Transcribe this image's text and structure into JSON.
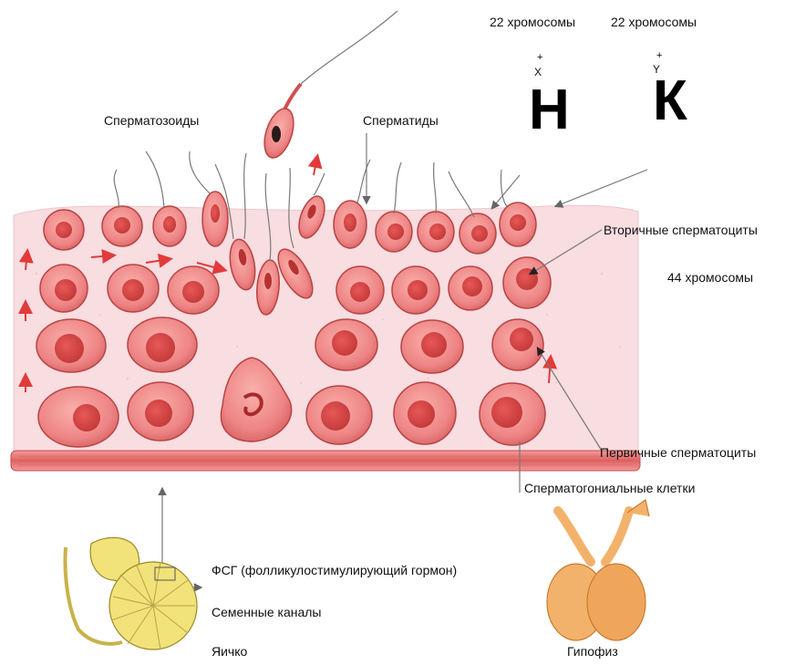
{
  "labels": {
    "spermatozoa": "Сперматозоиды",
    "spermatids": "Сперматиды",
    "chrom_22_left": "22 хромосомы",
    "chrom_22_right": "22 хромосомы",
    "plus_left": "+",
    "x_chrom": "X",
    "plus_right": "+",
    "y_chrom": "Y",
    "letter_h": "Н",
    "letter_k": "К",
    "secondary_spermatocytes": "Вторичные сперматоциты",
    "chrom_44": "44 хромосомы",
    "primary_spermatocytes": "Первичные сперматоциты",
    "spermatogonial_cells": "Сперматогониальные клетки",
    "fsh": "ФСГ (фолликулостимулирующий гормон)",
    "seminiferous_tubules": "Семенные каналы",
    "testis": "Яичко",
    "pituitary": "Гипофиз"
  },
  "colors": {
    "tissue_bg": "#f7dcdf",
    "cell_fill": "#f28e8e",
    "cell_stroke": "#c64a4a",
    "nucleus": "#d94a4a",
    "basement": "#e06a6a",
    "arrow_red": "#e23a3a",
    "testis_fill": "#f2e27a",
    "pituitary_fill": "#f3b26b"
  }
}
